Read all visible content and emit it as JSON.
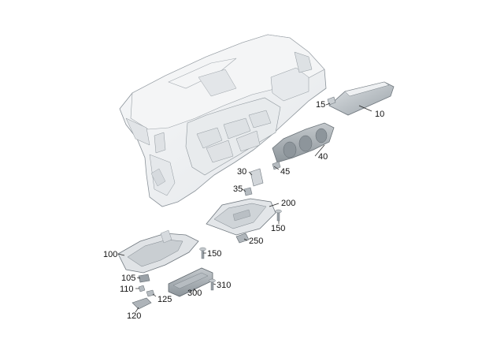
{
  "diagram": {
    "parts": [
      {
        "id": "dashboard",
        "label": ""
      },
      {
        "id": "trim-panel",
        "label": "10"
      },
      {
        "id": "clip",
        "label": "15"
      },
      {
        "id": "vent-trim",
        "label": "40"
      },
      {
        "id": "bracket-30",
        "label": "30"
      },
      {
        "id": "clip-45",
        "label": "45"
      },
      {
        "id": "clip-35",
        "label": "35"
      },
      {
        "id": "carrier-200",
        "label": "200"
      },
      {
        "id": "bolt-150a",
        "label": "150"
      },
      {
        "id": "grommet-250",
        "label": "250"
      },
      {
        "id": "carrier-100",
        "label": "100"
      },
      {
        "id": "bolt-150b",
        "label": "150"
      },
      {
        "id": "switch-105",
        "label": "105"
      },
      {
        "id": "clip-110",
        "label": "110"
      },
      {
        "id": "clip-125",
        "label": "125"
      },
      {
        "id": "bracket-120",
        "label": "120"
      },
      {
        "id": "panel-300",
        "label": "300"
      },
      {
        "id": "bolt-310",
        "label": "310"
      }
    ]
  },
  "colors": {
    "part_fill": "#eef0f2",
    "part_stroke": "#7d858c",
    "dark_part": "#a9b0b6",
    "leader": "#222222",
    "text": "#111111"
  }
}
